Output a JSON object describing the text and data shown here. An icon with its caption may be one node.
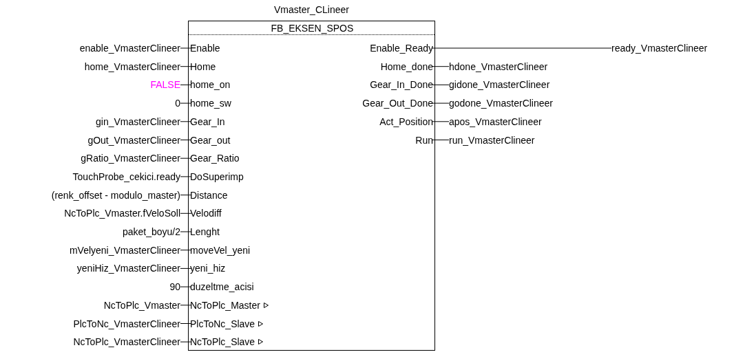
{
  "diagram": {
    "nodes": [
      {
        "text": [
          "Vmaster_CLineer",
          "FB_EKSEN_SPOS"
        ]
      },
      {
        "text": [
          "Enable"
        ],
        "in": 0
      },
      {
        "text": [
          "Home"
        ],
        "in": 0
      },
      {
        "text": [
          "home_on"
        ],
        "in": 0
      },
      {
        "text": [
          "home_sw"
        ],
        "in": 0
      },
      {
        "text": [
          "Gear_In"
        ],
        "in": 0
      },
      {
        "text": [
          "Gear_out"
        ],
        "in": 0
      },
      {
        "text": [
          "Gear_Ratio"
        ],
        "in": 0
      },
      {
        "text": [
          "DoSuperimp"
        ],
        "in": 0
      },
      {
        "text": [
          "Distance"
        ],
        "in": 0
      },
      {
        "text": [
          "Velodiff"
        ],
        "in": 0
      },
      {
        "text": [
          "Lenght"
        ],
        "in": 0
      },
      {
        "text": [
          "moveVel_yeni"
        ],
        "in": 0
      },
      {
        "text": [
          "yeni_hiz"
        ],
        "in": 0
      },
      {
        "text": [
          "duzeltme_acisi"
        ],
        "in": 0
      },
      {
        "text": [
          "NcToPlc_Master"
        ],
        "in": 0
      },
      {
        "text": [
          "PlcToNc_Slave"
        ],
        "in": 0
      },
      {
        "text": [
          "NcToPlc_Slave"
        ],
        "in": 0
      },
      {
        "text": [
          "Enable_Ready"
        ],
        "in": 0
      },
      {
        "text": [
          "Home_done"
        ],
        "in": 0
      },
      {
        "text": [
          "Gear_In_Done"
        ],
        "in": 0
      },
      {
        "text": [
          "Gear_Out_Done"
        ],
        "in": 0
      },
      {
        "text": [
          "Act_Position"
        ],
        "in": 0
      },
      {
        "text": [
          "Run"
        ],
        "in": 0
      },
      {
        "text": [
          "enable_VmasterClineer"
        ]
      },
      {
        "text": [
          "home_VmasterClineer"
        ]
      },
      {
        "text": [
          "FALSE"
        ]
      },
      {
        "text": [
          "0"
        ]
      },
      {
        "text": [
          "gin_VmasterClineer"
        ]
      },
      {
        "text": [
          "gOut_VmasterClineer"
        ]
      },
      {
        "text": [
          "gRatio_VmasterClineer"
        ]
      },
      {
        "text": [
          "TouchProbe_cekici.ready"
        ]
      },
      {
        "text": [
          "(renk_offset - modulo_master)"
        ]
      },
      {
        "text": [
          "NcToPlc_Vmaster.fVeloSoll"
        ]
      },
      {
        "text": [
          "paket_boyu/2"
        ]
      },
      {
        "text": [
          "mVelyeni_VmasterClineer"
        ]
      },
      {
        "text": [
          "yeniHiz_VmasterClineer"
        ]
      },
      {
        "text": [
          "90"
        ]
      },
      {
        "text": [
          "NcToPlc_Vmaster"
        ]
      },
      {
        "text": [
          "PlcToNc_VmasterClineer"
        ]
      },
      {
        "text": [
          "NcToPlc_VmasterClineer"
        ]
      },
      {
        "text": [
          "ready_VmasterClineer"
        ]
      },
      {
        "text": [
          "hdone_VmasterClineer"
        ]
      },
      {
        "text": [
          "gidone_VmasterClineer"
        ]
      },
      {
        "text": [
          "godone_VmasterClineer"
        ]
      },
      {
        "text": [
          "apos_VmasterClineer"
        ]
      },
      {
        "text": [
          "run_VmasterClineer"
        ]
      }
    ],
    "edges": [
      {
        "from": 24,
        "to": 1,
        "arrow": "none"
      },
      {
        "from": 25,
        "to": 2,
        "arrow": "none"
      },
      {
        "from": 26,
        "to": 3,
        "arrow": "none"
      },
      {
        "from": 27,
        "to": 4,
        "arrow": "none"
      },
      {
        "from": 28,
        "to": 5,
        "arrow": "none"
      },
      {
        "from": 29,
        "to": 6,
        "arrow": "none"
      },
      {
        "from": 30,
        "to": 7,
        "arrow": "none"
      },
      {
        "from": 31,
        "to": 8,
        "arrow": "none"
      },
      {
        "from": 32,
        "to": 9,
        "arrow": "none"
      },
      {
        "from": 33,
        "to": 10,
        "arrow": "none"
      },
      {
        "from": 34,
        "to": 11,
        "arrow": "none"
      },
      {
        "from": 35,
        "to": 12,
        "arrow": "none"
      },
      {
        "from": 36,
        "to": 13,
        "arrow": "none"
      },
      {
        "from": 37,
        "to": 14,
        "arrow": "none"
      },
      {
        "from": 38,
        "to": 15,
        "arrow": "none"
      },
      {
        "from": 39,
        "to": 16,
        "arrow": "none"
      },
      {
        "from": 40,
        "to": 17,
        "arrow": "none"
      },
      {
        "from": 18,
        "to": 41,
        "arrow": "none"
      },
      {
        "from": 19,
        "to": 42,
        "arrow": "none"
      },
      {
        "from": 20,
        "to": 43,
        "arrow": "none"
      },
      {
        "from": 21,
        "to": 44,
        "arrow": "none"
      },
      {
        "from": 22,
        "to": 45,
        "arrow": "none"
      },
      {
        "from": 23,
        "to": 46,
        "arrow": "none"
      }
    ]
  }
}
